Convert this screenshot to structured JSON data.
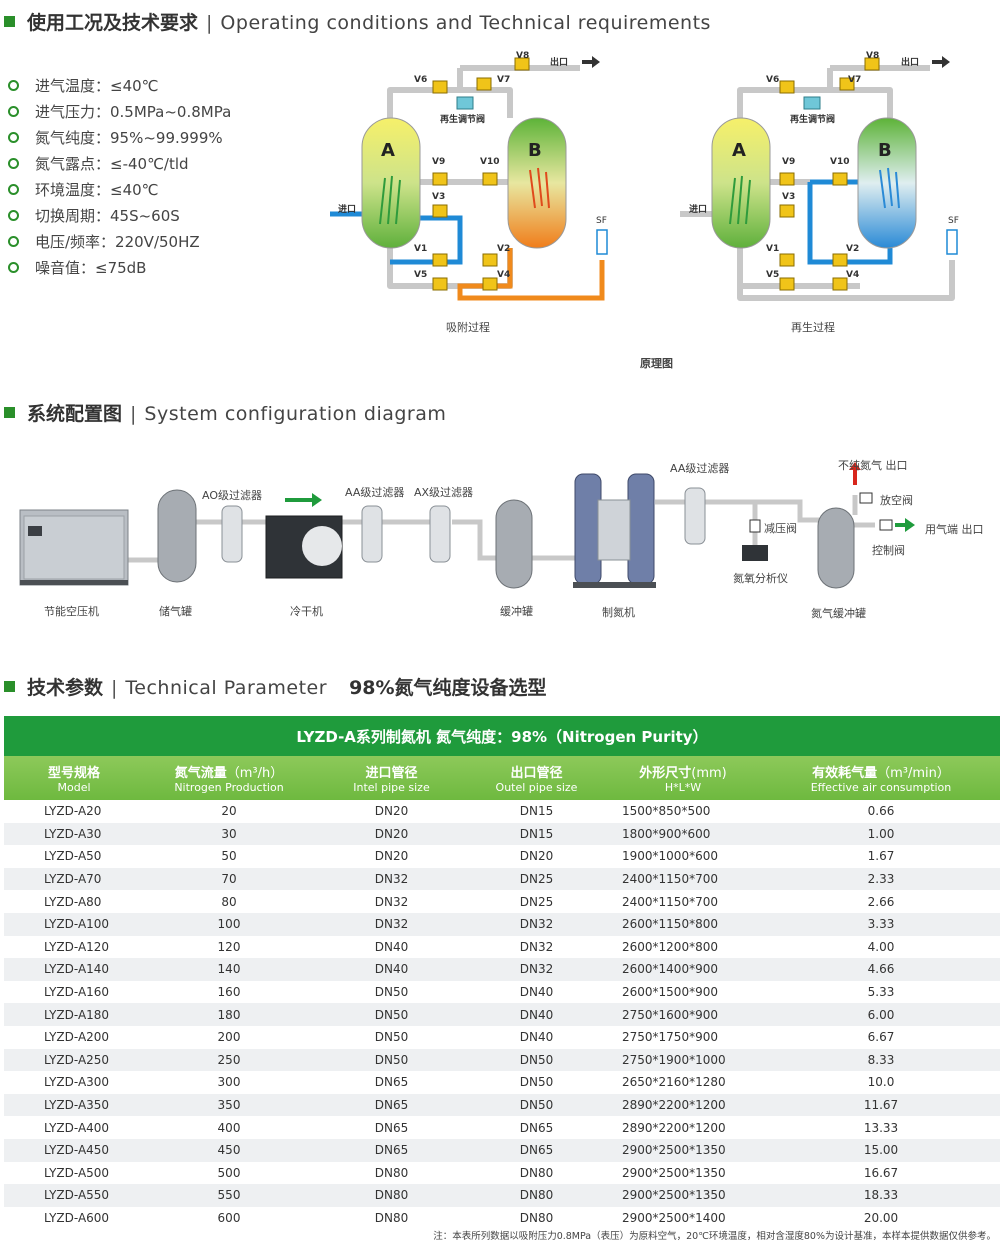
{
  "section1": {
    "cn": "使用工况及技术要求",
    "sep": "|",
    "en": "Operating conditions and Technical requirements"
  },
  "specs": [
    "进气温度：≤40℃",
    "进气压力：0.5MPa~0.8MPa",
    "氮气纯度：95%~99.999%",
    "氮气露点：≤-40℃/tld",
    "环境温度：≤40℃",
    "切换周期：45S~60S",
    "电压/频率：220V/50HZ",
    "噪音值：≤75dB"
  ],
  "principle": {
    "left_caption": "吸附过程",
    "right_caption": "再生过程",
    "bottom_caption": "原理图",
    "tank_a": "A",
    "tank_b": "B",
    "inlet": "进口",
    "outlet": "出口",
    "regen_valve": "再生调节阀",
    "sf": "SF",
    "valves": {
      "v1": "V1",
      "v2": "V2",
      "v3": "V3",
      "v4": "V4",
      "v5": "V5",
      "v6": "V6",
      "v7": "V7",
      "v8": "V8",
      "v9": "V9",
      "v10": "V10"
    }
  },
  "section2": {
    "cn": "系统配置图",
    "sep": "|",
    "en": "System configuration diagram"
  },
  "config": {
    "compressor": "节能空压机",
    "air_tank": "储气罐",
    "ao_filter": "AO级过滤器",
    "dryer": "冷干机",
    "aa_filter": "AA级过滤器",
    "ax_filter": "AX级过滤器",
    "buffer_tank": "缓冲罐",
    "generator": "制氮机",
    "aa_filter2": "AA级过滤器",
    "reducer": "减压阀",
    "analyzer": "氮氧分析仪",
    "impure_outlet": "不纯氮气 出口",
    "vent_valve": "放空阀",
    "user_outlet": "用气端 出口",
    "control_valve": "控制阀",
    "n2_buffer": "氮气缓冲罐"
  },
  "section3": {
    "cn": "技术参数",
    "sep": "|",
    "en": "Technical Parameter",
    "extra": "98%氮气纯度设备选型"
  },
  "table": {
    "title": "LYZD-A系列制氮机   氮气纯度：98%（Nitrogen Purity）",
    "headers": [
      {
        "cn": "型号规格",
        "unit": "",
        "en": "Model"
      },
      {
        "cn": "氮气流量",
        "unit": "（m³/h）",
        "en": "Nitrogen Production"
      },
      {
        "cn": "进口管径",
        "unit": "",
        "en": "Intel pipe size"
      },
      {
        "cn": "出口管径",
        "unit": "",
        "en": "Outel pipe size"
      },
      {
        "cn": "外形尺寸",
        "unit": "(mm)",
        "en": "H*L*W"
      },
      {
        "cn": "有效耗气量",
        "unit": "（m³/min）",
        "en": "Effective air consumption"
      }
    ],
    "rows": [
      [
        "LYZD-A20",
        "20",
        "DN20",
        "DN15",
        "1500*850*500",
        "0.66"
      ],
      [
        "LYZD-A30",
        "30",
        "DN20",
        "DN15",
        "1800*900*600",
        "1.00"
      ],
      [
        "LYZD-A50",
        "50",
        "DN20",
        "DN20",
        "1900*1000*600",
        "1.67"
      ],
      [
        "LYZD-A70",
        "70",
        "DN32",
        "DN25",
        "2400*1150*700",
        "2.33"
      ],
      [
        "LYZD-A80",
        "80",
        "DN32",
        "DN25",
        "2400*1150*700",
        "2.66"
      ],
      [
        "LYZD-A100",
        "100",
        "DN32",
        "DN32",
        "2600*1150*800",
        "3.33"
      ],
      [
        "LYZD-A120",
        "120",
        "DN40",
        "DN32",
        "2600*1200*800",
        "4.00"
      ],
      [
        "LYZD-A140",
        "140",
        "DN40",
        "DN32",
        "2600*1400*900",
        "4.66"
      ],
      [
        "LYZD-A160",
        "160",
        "DN50",
        "DN40",
        "2600*1500*900",
        "5.33"
      ],
      [
        "LYZD-A180",
        "180",
        "DN50",
        "DN40",
        "2750*1600*900",
        "6.00"
      ],
      [
        "LYZD-A200",
        "200",
        "DN50",
        "DN40",
        "2750*1750*900",
        "6.67"
      ],
      [
        "LYZD-A250",
        "250",
        "DN50",
        "DN50",
        "2750*1900*1000",
        "8.33"
      ],
      [
        "LYZD-A300",
        "300",
        "DN65",
        "DN50",
        "2650*2160*1280",
        "10.0"
      ],
      [
        "LYZD-A350",
        "350",
        "DN65",
        "DN50",
        "2890*2200*1200",
        "11.67"
      ],
      [
        "LYZD-A400",
        "400",
        "DN65",
        "DN65",
        "2890*2200*1200",
        "13.33"
      ],
      [
        "LYZD-A450",
        "450",
        "DN65",
        "DN65",
        "2900*2500*1350",
        "15.00"
      ],
      [
        "LYZD-A500",
        "500",
        "DN80",
        "DN80",
        "2900*2500*1350",
        "16.67"
      ],
      [
        "LYZD-A550",
        "550",
        "DN80",
        "DN80",
        "2900*2500*1350",
        "18.33"
      ],
      [
        "LYZD-A600",
        "600",
        "DN80",
        "DN80",
        "2900*2500*1400",
        "20.00"
      ]
    ],
    "note": "注：本表所列数据以吸附压力0.8MPa（表压）为原料空气，20℃环境温度，相对含湿度80%为设计基准，本样本提供数据仅供参考。"
  }
}
